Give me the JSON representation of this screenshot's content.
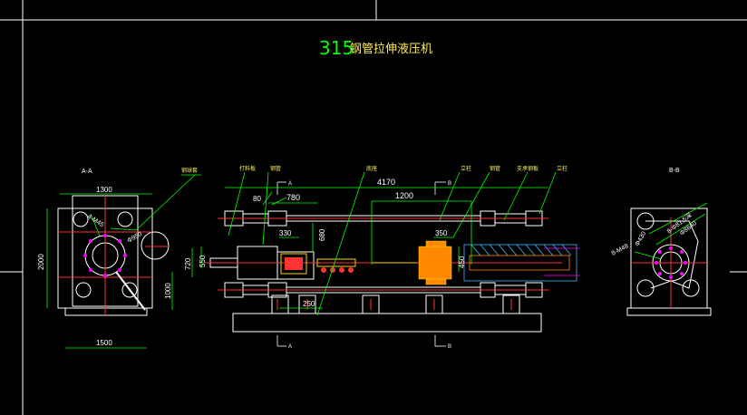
{
  "drawing": {
    "title_num": "315",
    "title_cn": "钢管拉伸液压机"
  },
  "colors": {
    "background": "#000000",
    "outline": "#ffffff",
    "dimension": "#00ff00",
    "part": "#ff3333",
    "tube": "#ff8800",
    "hatch": "#33bbff",
    "magenta": "#ff00ff",
    "yellow": "#ffd500",
    "text_yellow": "#ffee55"
  },
  "labels": {
    "section_aa": "A-A",
    "section_bb": "B-B",
    "cut_a_top": "A",
    "cut_a_bottom": "A",
    "cut_b_top": "B",
    "cut_b_bottom": "B",
    "callout_1": "钢球套",
    "callout_2": "打料板",
    "callout_3": "钢管",
    "callout_4": "底座",
    "callout_5": "立柱",
    "callout_6": "钢管",
    "callout_7": "支承钢板",
    "callout_8": "立柱"
  },
  "dims": {
    "left_w_top": "1300",
    "left_h": "2000",
    "left_w_bottom": "1500",
    "left_dia1": "4-M45",
    "left_dia2": "Φ950",
    "total_len": "4170",
    "d_780": "780",
    "d_1200": "1200",
    "d_80": "80",
    "d_550": "550",
    "d_720": "720",
    "d_1000": "1000",
    "d_330": "330",
    "d_680": "680",
    "d_250": "250",
    "d_350": "350",
    "d_450": "450",
    "right_note1": "8-Φ81,5深",
    "right_note2": "Φ8640",
    "right_note3": "8-M48",
    "right_note4": "Φ430"
  }
}
